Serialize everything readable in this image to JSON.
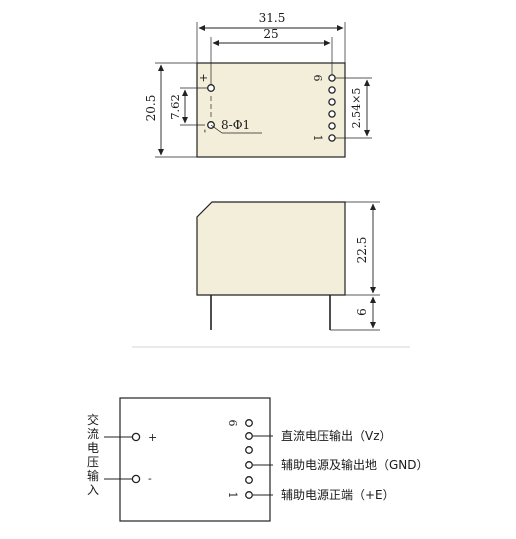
{
  "top_view": {
    "width_outer": "31.5",
    "width_inner": "25",
    "height_outer": "20.5",
    "height_pins": "7.62",
    "pitch": "2.54×5",
    "hole_spec": "8-Φ1",
    "plus_sign": "+",
    "minus_sign": "-",
    "pin_first": "6",
    "pin_last": "1"
  },
  "side_view": {
    "body_height": "22.5",
    "lead_length": "6"
  },
  "schematic": {
    "input_label": "交流电压输入",
    "plus_sign": "+",
    "minus_sign": "-",
    "pin_first": "6",
    "pin_last": "1",
    "out1": "直流电压输出（Vz）",
    "out2": "辅助电源及输出地（GND）",
    "out3": "辅助电源正端（+E）"
  }
}
